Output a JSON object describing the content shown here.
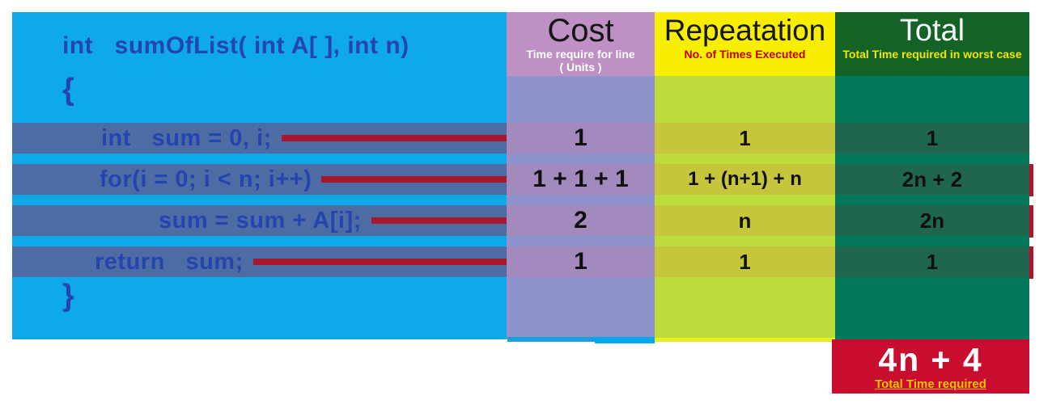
{
  "code": {
    "signature": "int   sumOfList( int A[ ], int n)",
    "open_brace": "{",
    "close_brace": "}",
    "statements": [
      "int   sum = 0, i;",
      "for(i = 0; i < n; i++)",
      "sum = sum + A[i];",
      "return   sum;"
    ]
  },
  "columns": {
    "cost": {
      "title": "Cost",
      "subtitle_line1": "Time require for line",
      "subtitle_line2": "( Units )"
    },
    "repeatation": {
      "title": "Repeatation",
      "subtitle": "No. of Times Executed"
    },
    "total": {
      "title": "Total",
      "subtitle": "Total Time required in worst case"
    }
  },
  "rows": [
    {
      "cost": "1",
      "repeatation": "1",
      "total": "1"
    },
    {
      "cost": "1 + 1 + 1",
      "repeatation": "1 + (n+1) + n",
      "total": "2n + 2"
    },
    {
      "cost": "2",
      "repeatation": "n",
      "total": "2n"
    },
    {
      "cost": "1",
      "repeatation": "1",
      "total": "1"
    }
  ],
  "summary": {
    "formula": "4n + 4",
    "label": "Total Time required"
  },
  "colors": {
    "code_panel_bg": "#0FA8E8",
    "code_row_highlight": "#4E6CA4",
    "code_text": "#2444B0",
    "pointer_line_red": "#A5182E",
    "cost_header_bg": "#BE90C4",
    "cost_body_bg": "#8E93CB",
    "cost_row_bg": "#A28ABF",
    "repeatation_header_bg": "#F7EE00",
    "repeatation_body_bg": "#BBDC3B",
    "repeatation_row_bg": "#C6C63C",
    "total_header_bg": "#156227",
    "total_body_bg": "#03785A",
    "total_row_bg": "#20664E",
    "row_marker_red": "#B5122E",
    "summary_box_bg": "#C90D2F",
    "summary_label_color": "#F0C400"
  }
}
